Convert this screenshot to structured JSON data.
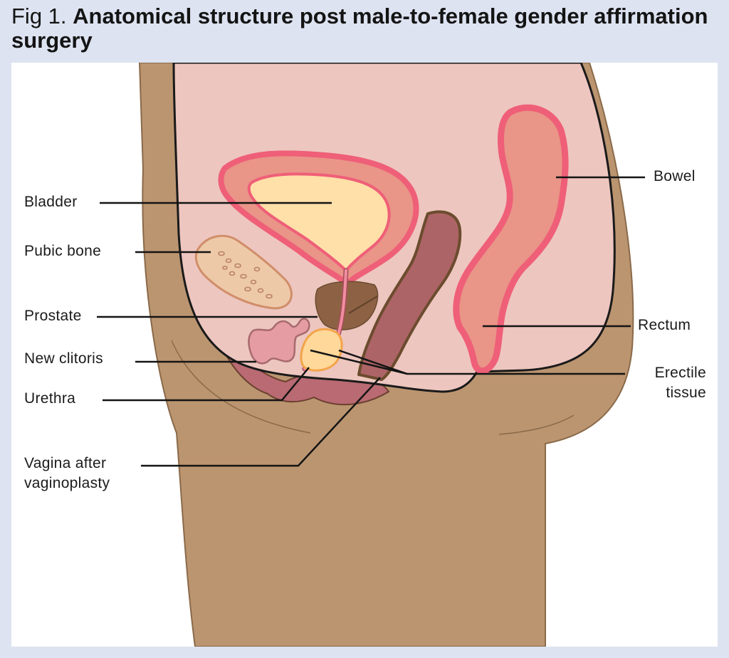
{
  "title": {
    "figure_number": "Fig 1.",
    "text": "Anatomical structure post male-to-female gender affirmation surgery"
  },
  "labels": {
    "bladder": "Bladder",
    "pubic_bone": "Pubic bone",
    "prostate": "Prostate",
    "new_clitoris": "New clitoris",
    "urethra": "Urethra",
    "vagina": "Vagina after\nvaginoplasty",
    "bowel": "Bowel",
    "rectum": "Rectum",
    "erectile_tissue": "Erectile\ntissue"
  },
  "colors": {
    "background": "#dde3f1",
    "skin": "#bb9570",
    "pelvic_cavity": "#edc6bf",
    "bladder_wall": "#e99588",
    "bladder_outline": "#ef5f78",
    "bladder_lumen": "#ffe0a8",
    "pubic_bone": "#edc9a8",
    "prostate": "#8d6244",
    "vagina": "#ad6466",
    "perineum": "#b96a72",
    "erectile_tissue": "#ffd89a",
    "bowel": "#e99588"
  }
}
